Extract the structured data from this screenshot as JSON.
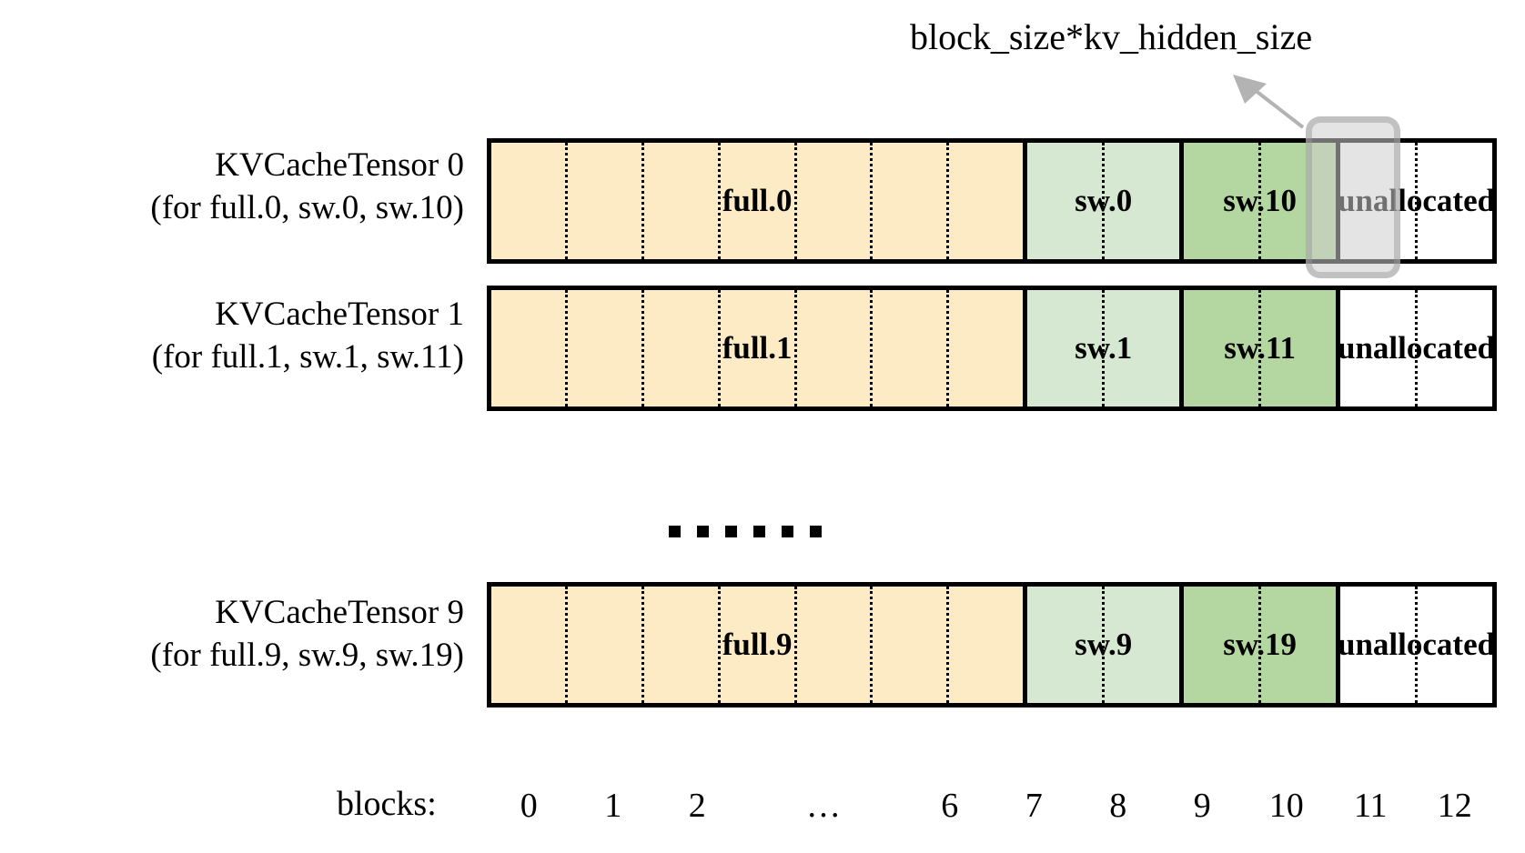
{
  "figure": {
    "annotation": "block_size*kv_hidden_size",
    "axis_title": "blocks:",
    "ellipsis": "……",
    "unallocated_label": "unallocated",
    "block_ticks": [
      "0",
      "1",
      "2",
      "…",
      "6",
      "7",
      "8",
      "9",
      "10",
      "11",
      "12"
    ],
    "colors": {
      "full": "#FCEBC4",
      "sw_light": "#D6E8D1",
      "sw_dark": "#B4D7A1",
      "unallocated": "#FFFFFF",
      "outline": "#000000",
      "callout_fill": "#CDCDCD",
      "callout_border": "#969696",
      "arrow": "#B3B3B3"
    },
    "rows": [
      {
        "title": "KVCacheTensor 0",
        "subtitle": "(for full.0, sw.0, sw.10)",
        "segments": [
          {
            "label": "full.0",
            "kind": "full",
            "blocks": 7
          },
          {
            "label": "sw.0",
            "kind": "sw_light",
            "blocks": 2
          },
          {
            "label": "sw.10",
            "kind": "sw_dark",
            "blocks": 2
          },
          {
            "label": "unallocated",
            "kind": "unallocated",
            "blocks": 2
          }
        ]
      },
      {
        "title": "KVCacheTensor 1",
        "subtitle": "(for full.1, sw.1, sw.11)",
        "segments": [
          {
            "label": "full.1",
            "kind": "full",
            "blocks": 7
          },
          {
            "label": "sw.1",
            "kind": "sw_light",
            "blocks": 2
          },
          {
            "label": "sw.11",
            "kind": "sw_dark",
            "blocks": 2
          },
          {
            "label": "unallocated",
            "kind": "unallocated",
            "blocks": 2
          }
        ]
      },
      {
        "title": "KVCacheTensor 9",
        "subtitle": "(for full.9, sw.9, sw.19)",
        "segments": [
          {
            "label": "full.9",
            "kind": "full",
            "blocks": 7
          },
          {
            "label": "sw.9",
            "kind": "sw_light",
            "blocks": 2
          },
          {
            "label": "sw.19",
            "kind": "sw_dark",
            "blocks": 2
          },
          {
            "label": "unallocated",
            "kind": "unallocated",
            "blocks": 2
          }
        ]
      }
    ]
  }
}
